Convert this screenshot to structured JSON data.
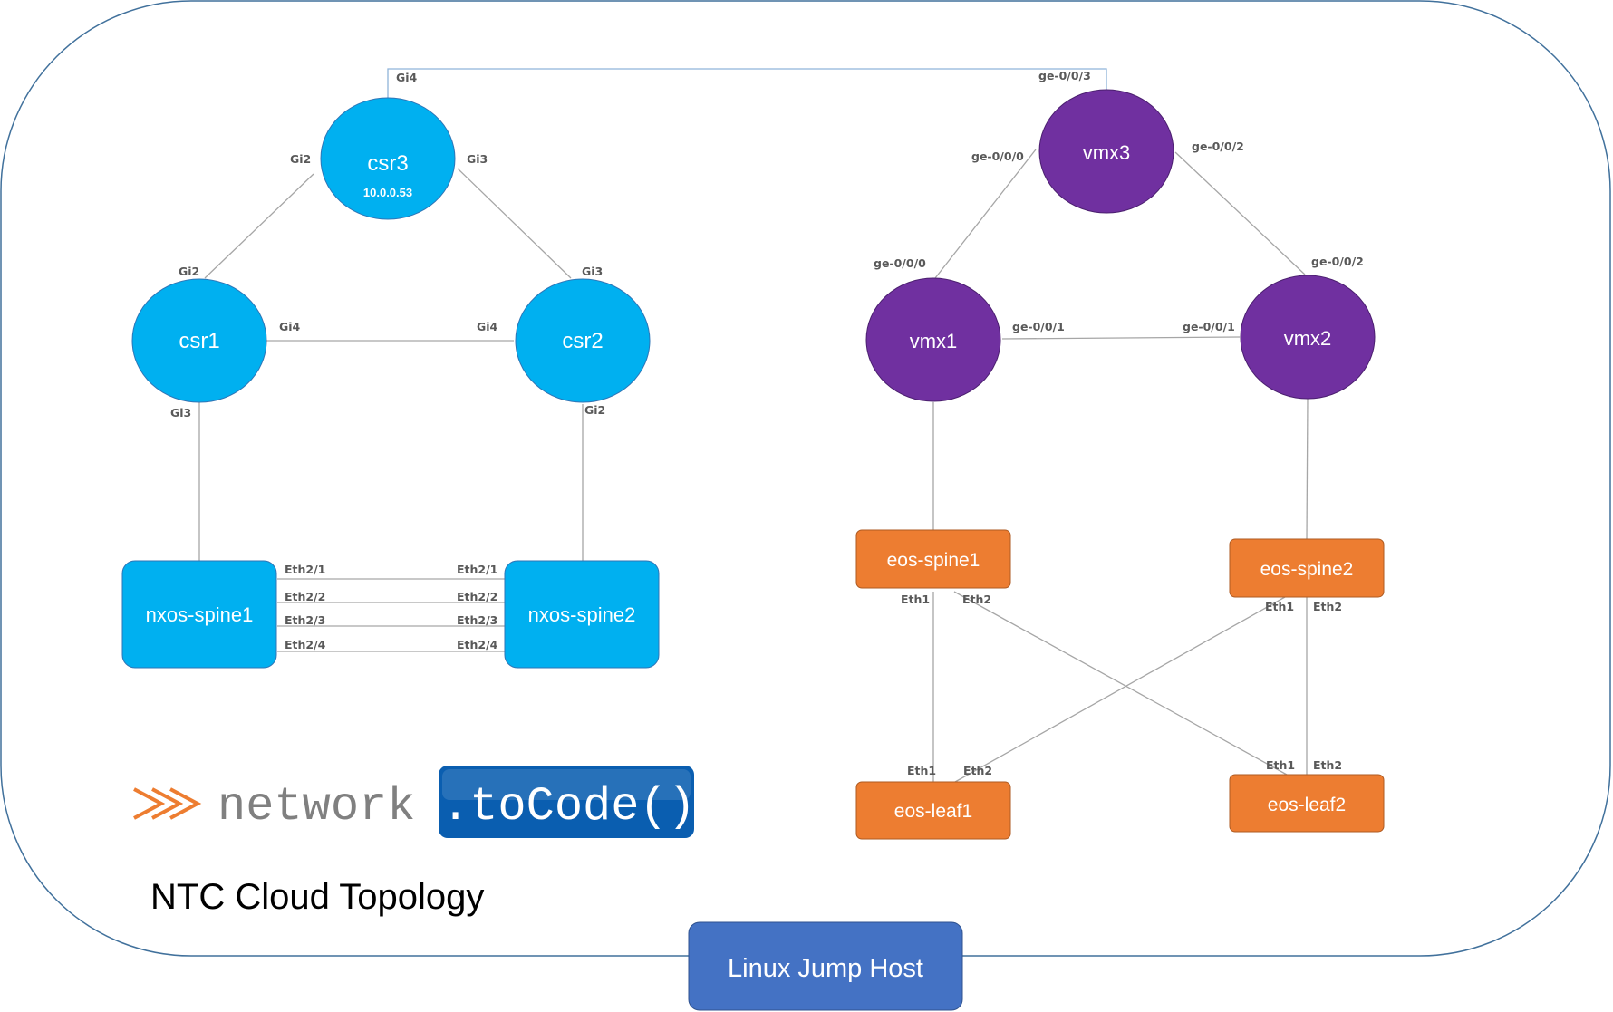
{
  "title": "NTC Cloud Topology",
  "logo": {
    "chevrons": ">>>",
    "word": "network",
    "suffix": ".toCode()"
  },
  "jump_host": {
    "label": "Linux Jump Host"
  },
  "colors": {
    "cisco": "#00b0f0",
    "juniper": "#7030a0",
    "arista": "#ed7d31",
    "jump_host": "#4472c4",
    "frame": "#41719c",
    "link": "#a6a6a6",
    "port_label": "#595959",
    "logo_chevrons": "#ed7d31",
    "logo_word": "#808080",
    "logo_badge": "#0a5eb0"
  },
  "nodes": {
    "csr3": {
      "label": "csr3",
      "sublabel": "10.0.0.53",
      "vendor": "cisco",
      "shape": "circle"
    },
    "csr1": {
      "label": "csr1",
      "vendor": "cisco",
      "shape": "circle"
    },
    "csr2": {
      "label": "csr2",
      "vendor": "cisco",
      "shape": "circle"
    },
    "nxos_spine1": {
      "label": "nxos-spine1",
      "vendor": "cisco",
      "shape": "rounded-rect"
    },
    "nxos_spine2": {
      "label": "nxos-spine2",
      "vendor": "cisco",
      "shape": "rounded-rect"
    },
    "vmx3": {
      "label": "vmx3",
      "vendor": "juniper",
      "shape": "circle"
    },
    "vmx1": {
      "label": "vmx1",
      "vendor": "juniper",
      "shape": "circle"
    },
    "vmx2": {
      "label": "vmx2",
      "vendor": "juniper",
      "shape": "circle"
    },
    "eos_spine1": {
      "label": "eos-spine1",
      "vendor": "arista",
      "shape": "rect"
    },
    "eos_spine2": {
      "label": "eos-spine2",
      "vendor": "arista",
      "shape": "rect"
    },
    "eos_leaf1": {
      "label": "eos-leaf1",
      "vendor": "arista",
      "shape": "rect"
    },
    "eos_leaf2": {
      "label": "eos-leaf2",
      "vendor": "arista",
      "shape": "rect"
    }
  },
  "links": [
    {
      "id": "csr3-vmx3",
      "a": "csr3",
      "a_port": "Gi4",
      "b": "vmx3",
      "b_port": "ge-0/0/3"
    },
    {
      "id": "csr3-csr1",
      "a": "csr3",
      "a_port": "Gi2",
      "b": "csr1",
      "b_port": "Gi2"
    },
    {
      "id": "csr3-csr2",
      "a": "csr3",
      "a_port": "Gi3",
      "b": "csr2",
      "b_port": "Gi3"
    },
    {
      "id": "csr1-csr2",
      "a": "csr1",
      "a_port": "Gi4",
      "b": "csr2",
      "b_port": "Gi4"
    },
    {
      "id": "csr1-nxos1",
      "a": "csr1",
      "a_port": "Gi3",
      "b": "nxos_spine1",
      "b_port": ""
    },
    {
      "id": "csr2-nxos2",
      "a": "csr2",
      "a_port": "Gi2",
      "b": "nxos_spine2",
      "b_port": ""
    },
    {
      "id": "nxos-e21",
      "a": "nxos_spine1",
      "a_port": "Eth2/1",
      "b": "nxos_spine2",
      "b_port": "Eth2/1"
    },
    {
      "id": "nxos-e22",
      "a": "nxos_spine1",
      "a_port": "Eth2/2",
      "b": "nxos_spine2",
      "b_port": "Eth2/2"
    },
    {
      "id": "nxos-e23",
      "a": "nxos_spine1",
      "a_port": "Eth2/3",
      "b": "nxos_spine2",
      "b_port": "Eth2/3"
    },
    {
      "id": "nxos-e24",
      "a": "nxos_spine1",
      "a_port": "Eth2/4",
      "b": "nxos_spine2",
      "b_port": "Eth2/4"
    },
    {
      "id": "vmx3-vmx1",
      "a": "vmx3",
      "a_port": "ge-0/0/0",
      "b": "vmx1",
      "b_port": "ge-0/0/0"
    },
    {
      "id": "vmx3-vmx2",
      "a": "vmx3",
      "a_port": "ge-0/0/2",
      "b": "vmx2",
      "b_port": "ge-0/0/2"
    },
    {
      "id": "vmx1-vmx2",
      "a": "vmx1",
      "a_port": "ge-0/0/1",
      "b": "vmx2",
      "b_port": "ge-0/0/1"
    },
    {
      "id": "vmx1-eosS1",
      "a": "vmx1",
      "a_port": "",
      "b": "eos_spine1",
      "b_port": ""
    },
    {
      "id": "vmx2-eosS2",
      "a": "vmx2",
      "a_port": "",
      "b": "eos_spine2",
      "b_port": ""
    },
    {
      "id": "s1-l1",
      "a": "eos_spine1",
      "a_port": "Eth1",
      "b": "eos_leaf1",
      "b_port": "Eth1"
    },
    {
      "id": "s1-l2",
      "a": "eos_spine1",
      "a_port": "Eth2",
      "b": "eos_leaf2",
      "b_port": "Eth1"
    },
    {
      "id": "s2-l1",
      "a": "eos_spine2",
      "a_port": "Eth1",
      "b": "eos_leaf1",
      "b_port": "Eth2"
    },
    {
      "id": "s2-l2",
      "a": "eos_spine2",
      "a_port": "Eth2",
      "b": "eos_leaf2",
      "b_port": "Eth2"
    }
  ]
}
